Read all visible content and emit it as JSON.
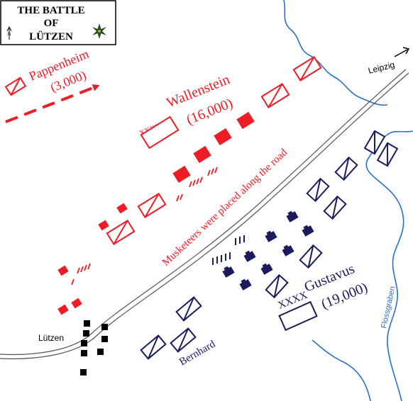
{
  "title": {
    "line1": "THE BATTLE",
    "line2": "OF",
    "line3": "LÜTZEN",
    "north_label": "N"
  },
  "colors": {
    "imperial": "#ee1c25",
    "swedish": "#1b1b5e",
    "river": "#2a6fc9",
    "road": "#555555",
    "town": "#000000"
  },
  "labels": {
    "pappenheim_name": "Pappenheim",
    "pappenheim_strength": "(3,000)",
    "wallenstein_rank": "XXXX",
    "wallenstein_name": "Wallenstein",
    "wallenstein_strength": "(16,000)",
    "musketeers_note": "Musketeers were placed along the road",
    "leipzig": "Leipzig",
    "lutzen": "Lützen",
    "gustavus_rank": "XXXX",
    "gustavus_name": "Gustavus",
    "gustavus_strength": "(19,000)",
    "bernhard": "Bernhard",
    "flossgraben": "Flossgraben"
  },
  "icons": {
    "compass": "compass-star-icon",
    "north_arrow": "north-arrow-icon",
    "road_arrow": "arrow-right-icon"
  }
}
